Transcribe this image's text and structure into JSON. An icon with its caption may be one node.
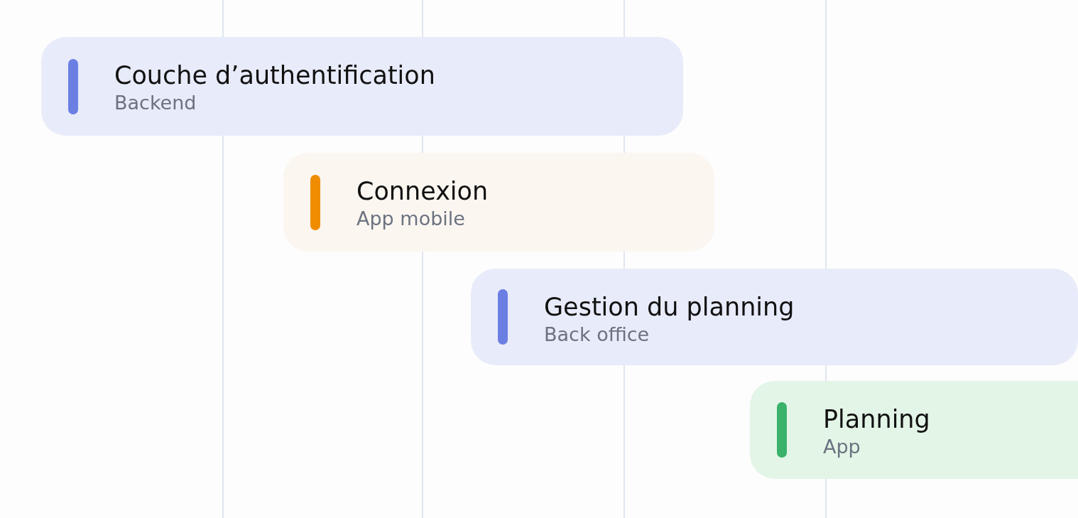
{
  "diagram": {
    "nodes": [
      {
        "text": [
          "Couche d’authentification",
          "Backend"
        ]
      },
      {
        "text": [
          "Connexion",
          "App mobile"
        ]
      },
      {
        "text": [
          "Gestion du planning",
          "Back office"
        ]
      },
      {
        "text": [
          "Planning",
          "App"
        ]
      }
    ]
  }
}
